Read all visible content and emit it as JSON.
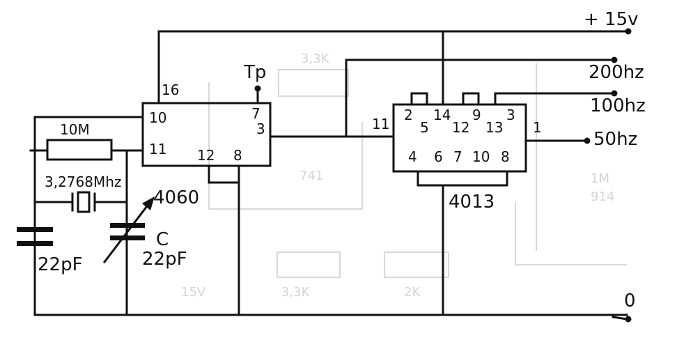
{
  "supply": {
    "voltage": "+ 15v",
    "ground": "0"
  },
  "outputs": {
    "f200": "200hz",
    "f100": "100hz",
    "f50": "50hz"
  },
  "ic1": {
    "name": "4060",
    "pins": {
      "p16": "16",
      "p10": "10",
      "p11": "11",
      "p7": "7",
      "p3": "3",
      "p12": "12",
      "p8": "8"
    }
  },
  "ic2": {
    "name": "4013",
    "pins": {
      "p11": "11",
      "p2": "2",
      "p5": "5",
      "p14": "14",
      "p12": "12",
      "p9": "9",
      "p13": "13",
      "p3": "3",
      "p1": "1",
      "p4": "4",
      "p6": "6",
      "p7": "7",
      "p10": "10",
      "p8": "8"
    }
  },
  "testpoint": "Tp",
  "resistor": "10M",
  "crystal": "3,2768Mhz",
  "capacitors": {
    "c1_value": "22pF",
    "c2_name": "C",
    "c2_value": "22pF"
  },
  "ghost_labels": [
    "3,3K",
    "741",
    "3,3K",
    "2K",
    "1M",
    "914",
    "15V"
  ]
}
